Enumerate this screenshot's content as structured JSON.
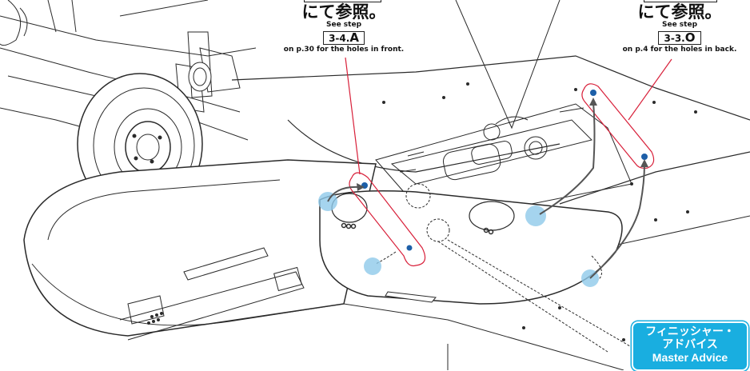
{
  "callouts": {
    "left": {
      "jp": "にて参照。",
      "see": "See step",
      "step_prefix": "3-4.",
      "step_letter": "A",
      "note": "on p.30 for the holes in front."
    },
    "right": {
      "jp": "にて参照。",
      "see": "See step",
      "step_prefix": "3-3.",
      "step_letter": "O",
      "note": "on p.4 for the holes in back."
    }
  },
  "advice": {
    "line1": "フィニッシャー・",
    "line2": "アドバイス",
    "line3": "Master Advice"
  },
  "colors": {
    "highlight": "#d8203a",
    "hole_marker": "#8ec9ea",
    "hole_dot": "#1d5fa8",
    "badge": "#19aee0",
    "line": "#2a2a2a"
  }
}
